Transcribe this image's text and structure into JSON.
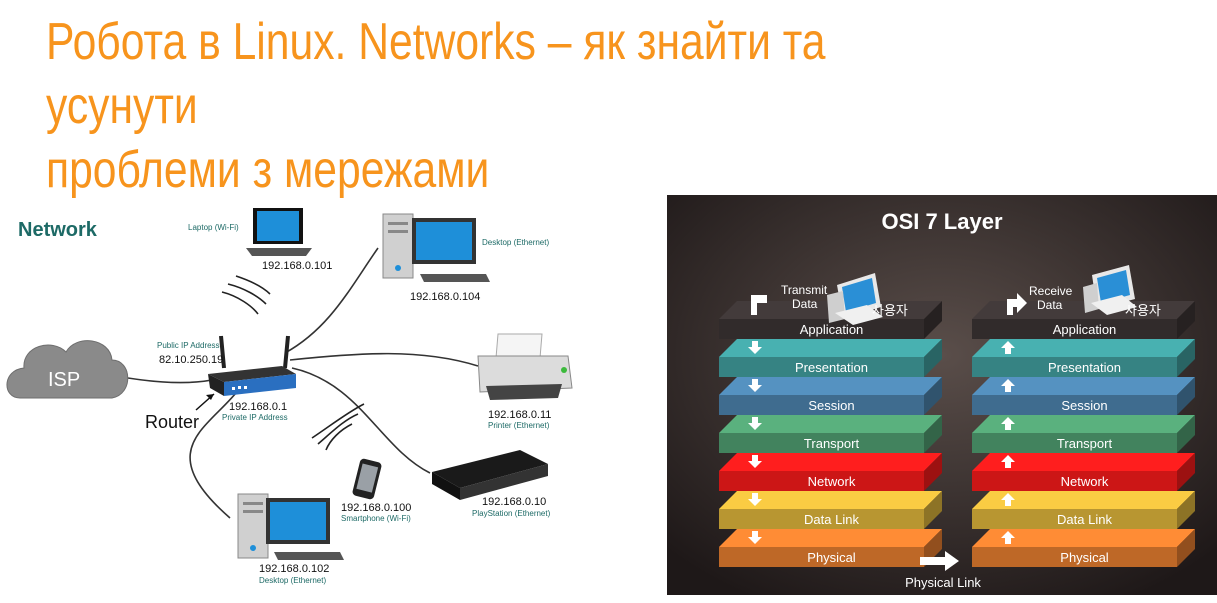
{
  "title": {
    "line1": "Робота в Linux. Networks – як знайти та усунути",
    "line2": "проблеми з мережами"
  },
  "network": {
    "heading": "Network",
    "isp": "ISP",
    "public_ip_label": "Public IP Address",
    "public_ip": "82.10.250.19",
    "router_label": "Router",
    "router_ip": "192.168.0.1",
    "router_ip_label": "Private IP Address",
    "devices": [
      {
        "label": "Laptop (Wi-Fi)",
        "ip": "192.168.0.101"
      },
      {
        "label": "Desktop (Ethernet)",
        "ip": "192.168.0.104"
      },
      {
        "label": "Printer (Ethernet)",
        "ip": "192.168.0.11"
      },
      {
        "label": "PlayStation (Ethernet)",
        "ip": "192.168.0.10"
      },
      {
        "label": "Smartphone (Wi-Fi)",
        "ip": "192.168.0.100"
      },
      {
        "label": "Desktop (Ethernet)",
        "ip": "192.168.0.102"
      }
    ],
    "colors": {
      "heading": "#1d6a66",
      "label": "#1d6a66",
      "cloud": "#8a8a8a",
      "router": "#2a6fc0"
    }
  },
  "osi": {
    "title": "OSI 7 Layer",
    "transmit": "Transmit\nData",
    "transmit_l1": "Transmit",
    "transmit_l2": "Data",
    "receive_l1": "Receive",
    "receive_l2": "Data",
    "user": "사용자",
    "physical_link": "Physical Link",
    "layers": [
      {
        "name": "Application",
        "color": "#3a3333"
      },
      {
        "name": "Presentation",
        "color": "#3f9a9a"
      },
      {
        "name": "Session",
        "color": "#4a7fa8"
      },
      {
        "name": "Transport",
        "color": "#4e9a6e"
      },
      {
        "name": "Network",
        "color": "#f01a1a"
      },
      {
        "name": "Data Link",
        "color": "#d9b13a"
      },
      {
        "name": "Physical",
        "color": "#e07a2e"
      }
    ]
  }
}
